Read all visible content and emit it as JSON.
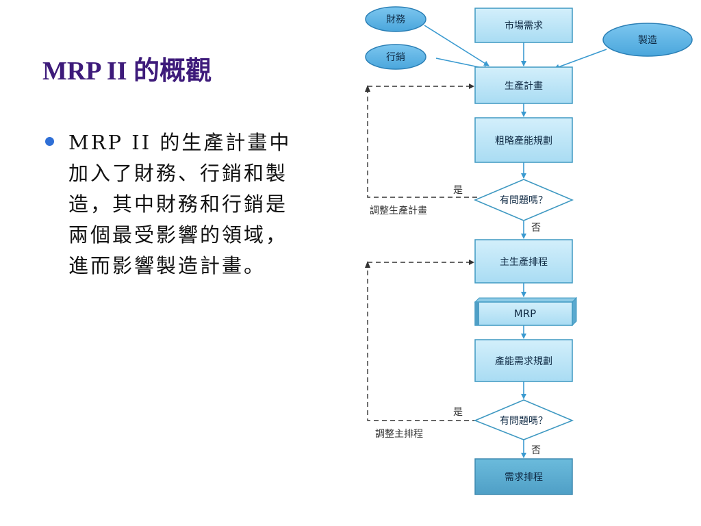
{
  "slide": {
    "title": "MRP II 的概觀",
    "bullet_text": "MRP II 的生產計畫中加入了財務、行銷和製造，其中財務和行銷是兩個最受影響的領域，進而影響製造計畫。"
  },
  "diagram": {
    "inputs": {
      "finance": "財務",
      "marketing": "行銷",
      "manufacturing": "製造"
    },
    "nodes": {
      "market_demand": "市場需求",
      "production_plan": "生產計畫",
      "rough_cut": "粗略產能規劃",
      "decision_1": "有問題嗎？",
      "master_schedule": "主生產排程",
      "mrp": "MRP",
      "capacity_req": "產能需求規劃",
      "decision_2": "有問題嗎？",
      "demand_schedule": "需求排程"
    },
    "labels": {
      "yes_1": "是",
      "no_1": "否",
      "adjust_1": "調整生產計畫",
      "yes_2": "是",
      "no_2": "否",
      "adjust_2": "調整主排程"
    },
    "colors": {
      "box_fill": "#bfe6f7",
      "box_border": "#3f99c2",
      "arrow": "#3a9ad0",
      "ellipse_fill": "#5db6e8",
      "ellipse_border": "#2b7fb5",
      "final_box": "#5aaed2",
      "dashed_line": "#333333"
    }
  }
}
